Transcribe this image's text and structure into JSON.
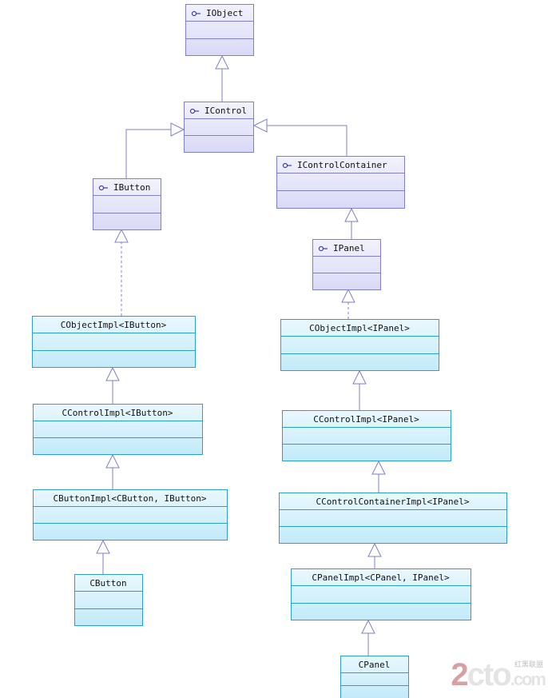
{
  "colors": {
    "interface_fill": "#e6e6fb",
    "interface_stroke": "#7f7fcc",
    "class_fill": "#d9f1fb",
    "class_stroke": "#2a9fd0",
    "connector": "#7f7fcc"
  },
  "interfaces": [
    {
      "id": "iobject",
      "name": "IObject"
    },
    {
      "id": "icontrol",
      "name": "IControl"
    },
    {
      "id": "ibutton",
      "name": "IButton"
    },
    {
      "id": "icontrolcontainer",
      "name": "IControlContainer"
    },
    {
      "id": "ipanel",
      "name": "IPanel"
    }
  ],
  "classes": [
    {
      "id": "cobjectimpl-ibutton",
      "name": "CObjectImpl<IButton>"
    },
    {
      "id": "ccontrolimpl-ibutton",
      "name": "CControlImpl<IButton>"
    },
    {
      "id": "cbuttonimpl",
      "name": "CButtonImpl<CButton, IButton>"
    },
    {
      "id": "cbutton",
      "name": "CButton"
    },
    {
      "id": "cobjectimpl-ipanel",
      "name": "CObjectImpl<IPanel>"
    },
    {
      "id": "ccontrolimpl-ipanel",
      "name": "CControlImpl<IPanel>"
    },
    {
      "id": "ccontrolcontainerimpl",
      "name": "CControlContainerImpl<IPanel>"
    },
    {
      "id": "cpanelimpl",
      "name": "CPanelImpl<CPanel, IPanel>"
    },
    {
      "id": "cpanel",
      "name": "CPanel"
    }
  ],
  "relations": [
    {
      "from": "icontrol",
      "to": "iobject",
      "kind": "generalization"
    },
    {
      "from": "ibutton",
      "to": "icontrol",
      "kind": "generalization"
    },
    {
      "from": "icontrolcontainer",
      "to": "icontrol",
      "kind": "generalization"
    },
    {
      "from": "ipanel",
      "to": "icontrolcontainer",
      "kind": "generalization"
    },
    {
      "from": "cobjectimpl-ibutton",
      "to": "ibutton",
      "kind": "realization"
    },
    {
      "from": "ccontrolimpl-ibutton",
      "to": "cobjectimpl-ibutton",
      "kind": "generalization"
    },
    {
      "from": "cbuttonimpl",
      "to": "ccontrolimpl-ibutton",
      "kind": "generalization"
    },
    {
      "from": "cbutton",
      "to": "cbuttonimpl",
      "kind": "generalization"
    },
    {
      "from": "cobjectimpl-ipanel",
      "to": "ipanel",
      "kind": "realization"
    },
    {
      "from": "ccontrolimpl-ipanel",
      "to": "cobjectimpl-ipanel",
      "kind": "generalization"
    },
    {
      "from": "ccontrolcontainerimpl",
      "to": "ccontrolimpl-ipanel",
      "kind": "generalization"
    },
    {
      "from": "cpanelimpl",
      "to": "ccontrolcontainerimpl",
      "kind": "generalization"
    },
    {
      "from": "cpanel",
      "to": "cpanelimpl",
      "kind": "generalization"
    }
  ],
  "watermark": {
    "main_red": "2",
    "main_rest": "cto",
    "suffix": ".com",
    "sub": "红黑联盟"
  }
}
